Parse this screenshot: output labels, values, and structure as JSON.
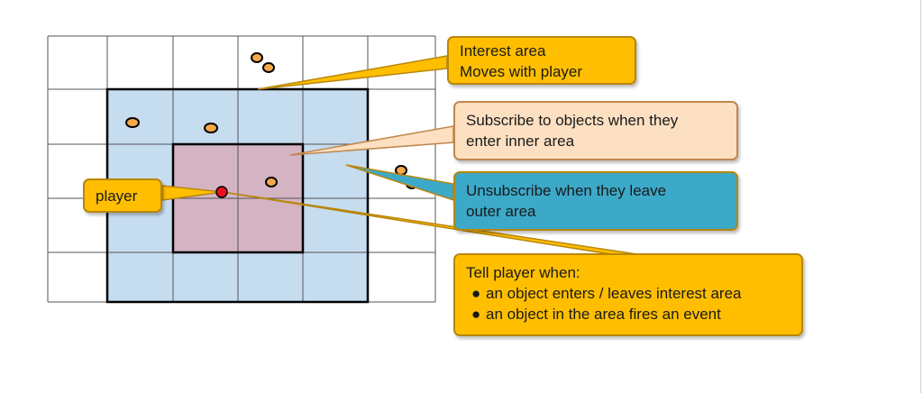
{
  "diagram": {
    "colors": {
      "outer_area": "#c6dcef",
      "inner_area": "#d4b3c3",
      "object_fill": "#f5a94a",
      "player_dot": "#e8101a",
      "callout_gold": "#ffbf00",
      "callout_peach": "#fde0c2",
      "callout_teal": "#3ca9c8"
    },
    "callouts": {
      "interest": {
        "line1": "Interest area",
        "line2": "Moves with player"
      },
      "subscribe": {
        "line1": "Subscribe to objects when they",
        "line2": "enter inner area"
      },
      "unsubscribe": {
        "line1": "Unsubscribe when they leave",
        "line2": "outer area"
      },
      "tell": {
        "heading": "Tell player when:",
        "bullets": [
          "an object enters / leaves interest area",
          "an object in the area fires an event"
        ]
      },
      "player": {
        "label": "player"
      }
    }
  }
}
